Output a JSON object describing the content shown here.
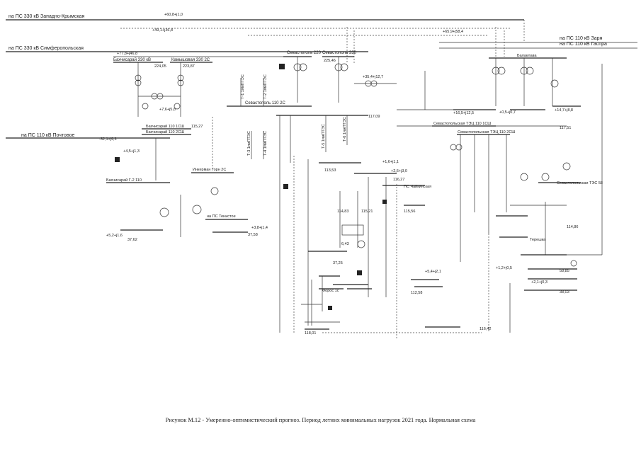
{
  "lines": {
    "zapadno_krymskaya": "на ПС 330 кВ Западно-Крымская",
    "simferopolskaya": "на ПС 330 кВ Симферопольская",
    "pochtovoe": "на ПС 110 кВ Почтовое",
    "zarya": "на ПС 110 кВ Заря",
    "gaspra": "на ПС 110 кВ Гаспра"
  },
  "substations": {
    "bakhchisaray_330": "Бахчисарай 330 кВ",
    "kamyshovaya_330": "Камышовая 330 2С",
    "sevastopol_220": "Севастополь 220",
    "sevastopol_330": "Севастополь 330",
    "sevastopol_110": "Севастополь 110 2С",
    "bakhchisaray_110_1": "Бахчисарай 110 1СШ",
    "bakhchisaray_110_2": "Бахчисарай 110 2СШ",
    "bakhchisaray_g2": "Бахчисарай Г-2 110",
    "inkerman": "Инкерман Горн 2С",
    "tenistoe": "на ПС Тенистое",
    "sevastopolskaya_tec": "Севастопольская ТЭЦ 110 1СШ",
    "sevastopolskaya_tec2": "Севастопольская ТЭЦ 110 2СШ",
    "sevastopolskaya_tec3": "Севастопольская ТЭС 58",
    "balaklava": "Балаклава",
    "tereshka": "Терешка",
    "foros": "Форос 1с",
    "pc_chaikinskaya": "ПС Чайкинская"
  },
  "transformers": {
    "t1": "Т-1 1ямПТЭС",
    "t2": "Т-2 1ямПТЭС",
    "t3": "Т-3 1ямПТЭС",
    "t4": "Т-4 1ямПТЭС",
    "t5": "Т-5 1ямПТЭС",
    "t6": "Т-6 1ямПТЭС"
  },
  "flows": {
    "f1": "+60,8+j1,0",
    "f2": "+49,1+j36,8",
    "f3": "+77,8+j46,8",
    "f4": "+65,9+j58,4",
    "f5": "-32,1+j9,3",
    "f6": "+1,6+j1,1",
    "f7": "+2,6+j3,0",
    "f8": "+16,5+j12,5",
    "f9": "+35,4+j12,7",
    "f10": "+14,7+j8,8",
    "f11": "+3,8+j1,4",
    "f12": "+4,5+j1,3",
    "f13": "+7,6+j5,8",
    "f14": "+5,2+j1,6",
    "f15": "+0,5+j0,7",
    "f16": "+5,4+j2,1",
    "f17": "+1,2+j0,5",
    "f18": "+2,1+j0,3"
  },
  "voltages": {
    "v1": "224,05",
    "v2": "223,87",
    "v3": "225,46",
    "v4": "115,27",
    "v5": "117,09",
    "v6": "113,53",
    "v7": "116,27",
    "v8": "115,21",
    "v9": "114,83",
    "v10": "115,56",
    "v11": "112,58",
    "v12": "117,51",
    "v13": "114,86",
    "v14": "118,01",
    "v15": "116,42",
    "v16": "6,43",
    "v17": "37,25",
    "v18": "37,62",
    "v19": "37,58",
    "v20": "58,85",
    "v21": "38,03"
  },
  "caption": "Рисунок М.12 - Умеренно-оптимистический прогноз. Период летних минимальных нагрузок 2021 года. Нормальная схема"
}
